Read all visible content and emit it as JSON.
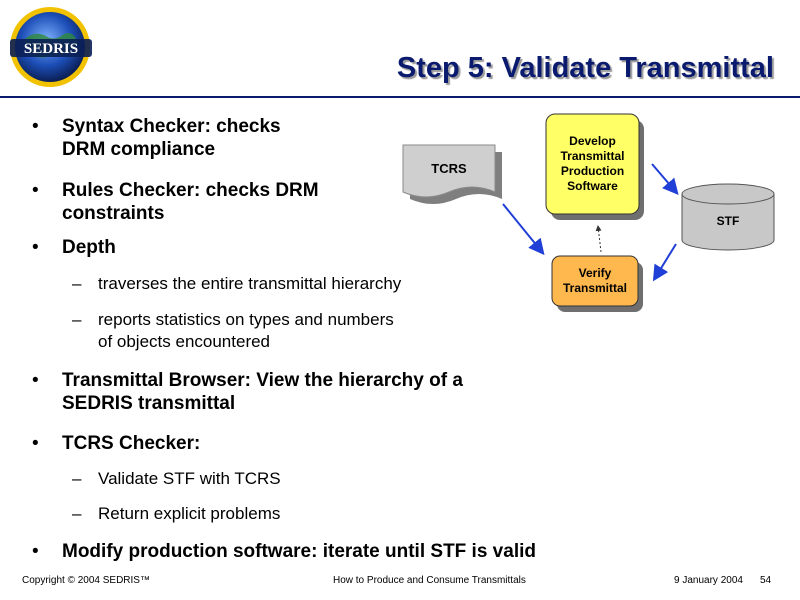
{
  "logo": {
    "text": "SEDRIS"
  },
  "title": "Step 5: Validate Transmittal",
  "bullets": [
    {
      "text_lines": [
        "Syntax Checker: checks",
        "DRM compliance"
      ]
    },
    {
      "text_lines": [
        "Rules Checker: checks DRM",
        "constraints"
      ]
    },
    {
      "text": "Depth"
    },
    {
      "sub_lines": [
        "traverses the entire transmittal hierarchy"
      ]
    },
    {
      "sub_lines": [
        "reports statistics on types and numbers",
        "of objects encountered"
      ]
    },
    {
      "text_lines": [
        "Transmittal Browser: View the hierarchy of a",
        "SEDRIS transmittal"
      ]
    },
    {
      "text": "TCRS Checker:"
    },
    {
      "sub_lines": [
        "Validate STF with TCRS"
      ]
    },
    {
      "sub_lines": [
        "Return explicit problems"
      ]
    },
    {
      "text": "Modify production software: iterate until STF is valid"
    }
  ],
  "diagram": {
    "tcrs_label": "TCRS",
    "develop_lines": [
      "Develop",
      "Transmittal",
      "Production",
      "Software"
    ],
    "verify_lines": [
      "Verify",
      "Transmittal"
    ],
    "stf_label": "STF",
    "colors": {
      "develop": "#ffff66",
      "verify": "#ffb84d",
      "arrow": "#1f3fd6",
      "stf": "#c8c8c8"
    }
  },
  "footer": {
    "copyright": "Copyright © 2004 SEDRIS™",
    "center": "How to Produce and Consume Transmittals",
    "date": "9 January 2004",
    "page": "54"
  }
}
